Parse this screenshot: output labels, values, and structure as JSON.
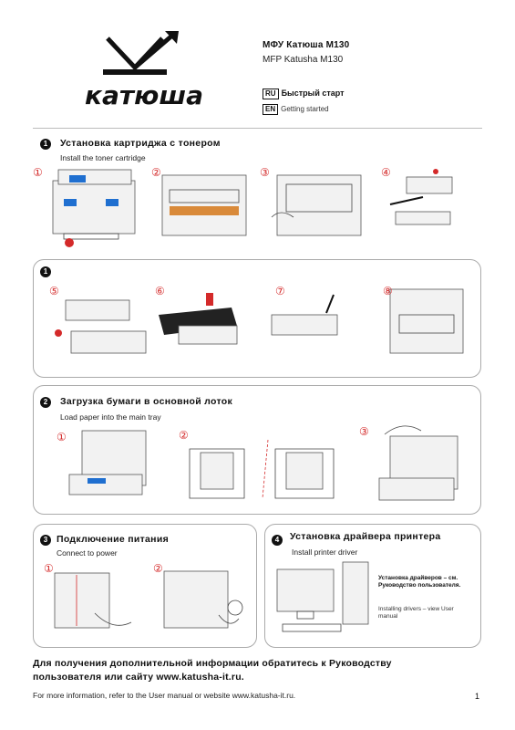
{
  "header": {
    "title_ru": "МФУ Катюша М130",
    "title_en": "MFP Katusha M130",
    "lang_ru_tag": "RU",
    "lang_ru_text": "Быстрый старт",
    "lang_en_tag": "EN",
    "lang_en_text": "Getting started",
    "brand": "катюша"
  },
  "sections": {
    "s1": {
      "badge": "1",
      "title": "Установка картриджа с тонером",
      "subtitle": "Install the toner cartridge",
      "steps": [
        "①",
        "②",
        "③",
        "④"
      ]
    },
    "s1b": {
      "badge": "1",
      "steps": [
        "⑤",
        "⑥",
        "⑦",
        "⑧"
      ]
    },
    "s2": {
      "badge": "2",
      "title": "Загрузка бумаги в основной лоток",
      "subtitle": "Load paper into the main tray",
      "steps": [
        "①",
        "②",
        "③"
      ]
    },
    "s3": {
      "badge": "3",
      "title": "Подключение питания",
      "subtitle": "Connect to power",
      "steps": [
        "①",
        "②"
      ]
    },
    "s4": {
      "badge": "4",
      "title": "Установка драйвера принтера",
      "subtitle": "Install printer driver",
      "note_ru": "Установка драйверов – см. Руководство пользователя.",
      "note_en": "Installing drivers – view User manual"
    }
  },
  "footer": {
    "info_ru": "Для получения дополнительной информации обратитесь к Руководству пользователя или сайту www.katusha-it.ru.",
    "info_en": "For more information, refer to the User manual or website www.katusha-it.ru.",
    "page": "1"
  },
  "colors": {
    "accent_red": "#d42a2a",
    "accent_blue": "#1f6fd0"
  }
}
